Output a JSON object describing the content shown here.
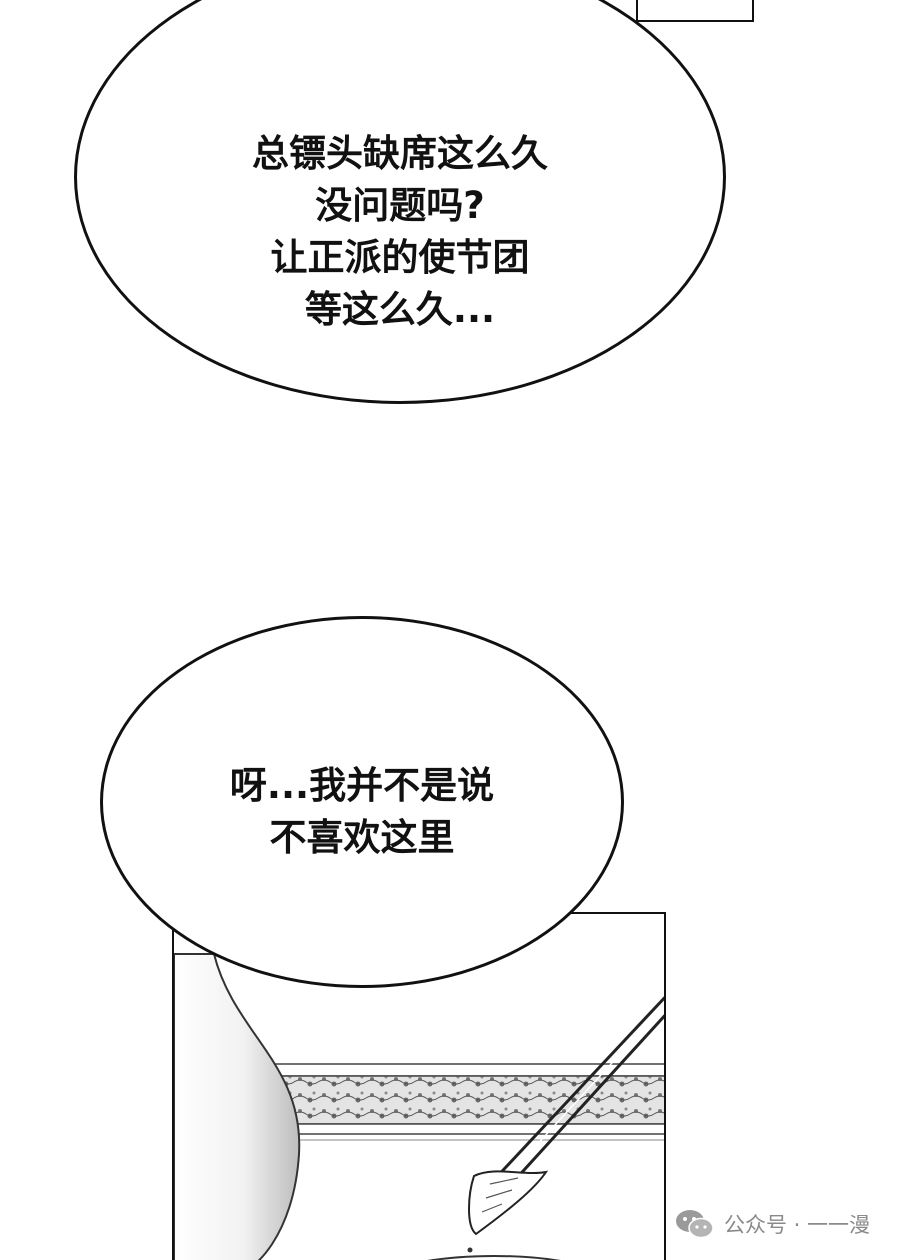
{
  "bubbles": {
    "first": {
      "lines": [
        "总镖头缺席这么久",
        "没问题吗?",
        "让正派的使节团",
        "等这么久..."
      ]
    },
    "second": {
      "lines": [
        "呀...我并不是说",
        "不喜欢这里"
      ]
    }
  },
  "watermark": {
    "icon": "wechat-icon",
    "text": "公众号 · 一一漫"
  },
  "colors": {
    "ink": "#111111",
    "paper": "#ffffff",
    "watermark": "#8a8a8a"
  }
}
